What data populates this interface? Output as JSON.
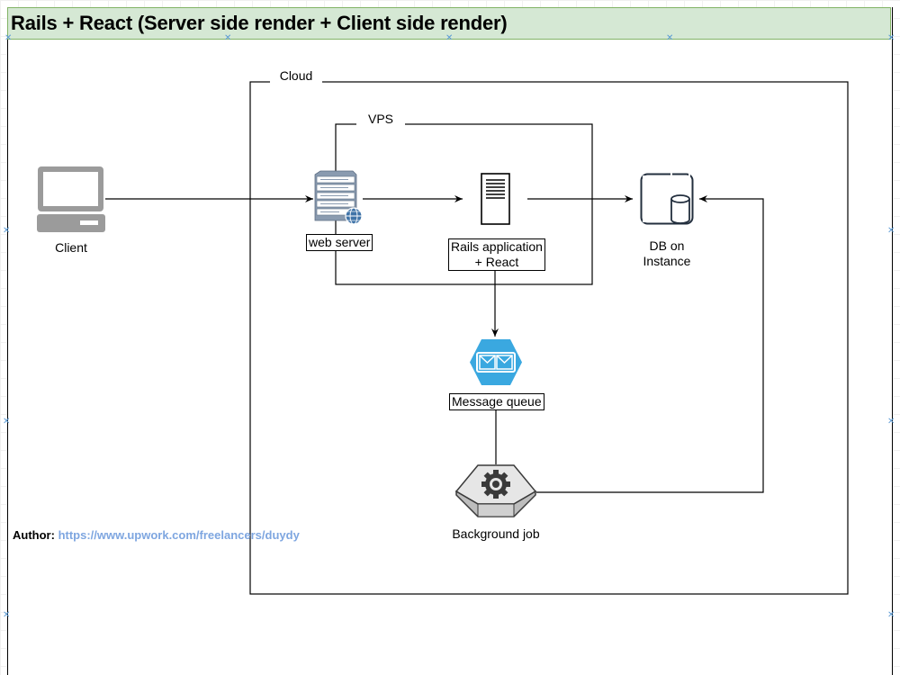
{
  "title": "Rails + React (Server side render + Client side render)",
  "nodes": {
    "client": "Client",
    "web_server": "web server",
    "rails_app_line1": "Rails application",
    "rails_app_line2": "+ React",
    "db_line1": "DB on",
    "db_line2": "Instance",
    "message_queue": "Message queue",
    "background_job": "Background job"
  },
  "groups": {
    "cloud": "Cloud",
    "vps": "VPS"
  },
  "author": {
    "label": "Author:",
    "link": "https://www.upwork.com/freelancers/duydy"
  },
  "colors": {
    "title_fill": "#d5e8d4",
    "title_stroke": "#82b366",
    "queue_blue": "#3aa8e0",
    "link_blue": "#7ea6e0",
    "icon_gray": "#9b9b9b"
  },
  "icons": {
    "client": "desktop-computer-icon",
    "web_server": "web-server-rack-icon",
    "rails_app": "server-tower-icon",
    "db": "database-instance-icon",
    "message_queue": "message-queue-icon",
    "background_job": "gear-job-icon"
  }
}
